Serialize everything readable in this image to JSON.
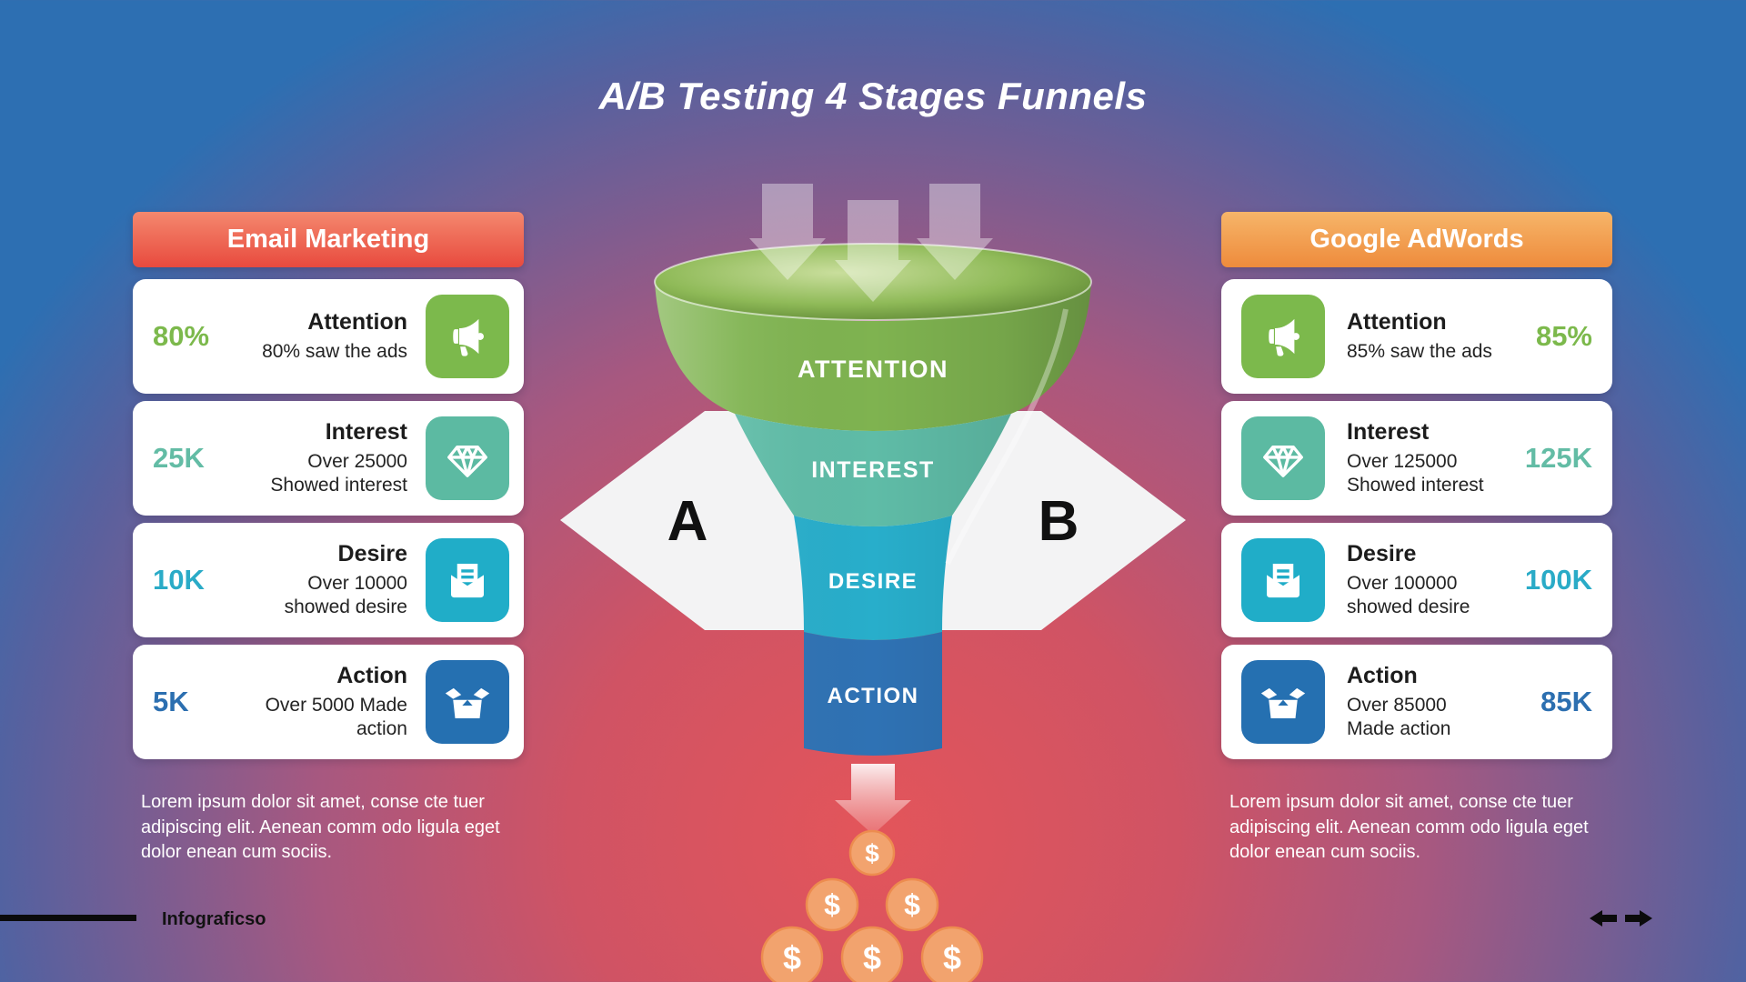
{
  "slide": {
    "title": "A/B Testing 4 Stages Funnels"
  },
  "left_panel": {
    "header": {
      "label": "Email Marketing",
      "color_top": "#F4886E",
      "color_bottom": "#E84A3E"
    },
    "cards": [
      {
        "value": "80%",
        "value_color": "#7CB94C",
        "title": "Attention",
        "desc": "80% saw the ads",
        "icon": "megaphone-icon",
        "icon_color": "#7CB94C"
      },
      {
        "value": "25K",
        "value_color": "#63BCA5",
        "title": "Interest",
        "desc": "Over 25000 Showed interest",
        "icon": "diamond-icon",
        "icon_color": "#5CBAA2"
      },
      {
        "value": "10K",
        "value_color": "#2AABC7",
        "title": "Desire",
        "desc": "Over 10000 showed desire",
        "icon": "open-envelope-icon",
        "icon_color": "#20ADC8"
      },
      {
        "value": "5K",
        "value_color": "#2C6FB0",
        "title": "Action",
        "desc": "Over 5000 Made action",
        "icon": "open-box-icon",
        "icon_color": "#2570B1"
      }
    ],
    "note": "Lorem ipsum dolor sit amet, conse cte tuer adipiscing elit. Aenean comm odo ligula eget dolor enean cum sociis."
  },
  "right_panel": {
    "header": {
      "label": "Google AdWords",
      "color_top": "#F6B569",
      "color_bottom": "#EE8B3C"
    },
    "cards": [
      {
        "value": "85%",
        "value_color": "#7CB94C",
        "title": "Attention",
        "desc": "85% saw the ads",
        "icon": "megaphone-icon",
        "icon_color": "#7CB94C"
      },
      {
        "value": "125K",
        "value_color": "#63BCA5",
        "title": "Interest",
        "desc": "Over 125000 Showed interest",
        "icon": "diamond-icon",
        "icon_color": "#5CBAA2"
      },
      {
        "value": "100K",
        "value_color": "#2AABC7",
        "title": "Desire",
        "desc": "Over 100000 showed desire",
        "icon": "open-envelope-icon",
        "icon_color": "#20ADC8"
      },
      {
        "value": "85K",
        "value_color": "#2C6FB0",
        "title": "Action",
        "desc": "Over 85000 Made action",
        "icon": "open-box-icon",
        "icon_color": "#2570B1"
      }
    ],
    "note": "Lorem ipsum dolor sit amet, conse cte tuer adipiscing elit. Aenean comm odo ligula eget dolor enean cum sociis."
  },
  "funnel": {
    "stages": [
      {
        "label": "ATTENTION",
        "color": "#7FB350"
      },
      {
        "label": "INTEREST",
        "color": "#5FBCA7"
      },
      {
        "label": "DESIRE",
        "color": "#28AECB"
      },
      {
        "label": "ACTION",
        "color": "#2F72B4"
      }
    ],
    "variants": {
      "a": "A",
      "b": "B"
    },
    "inflow_arrows": 3,
    "coins": {
      "symbol": "$",
      "count": 6,
      "color": "#F2A36E",
      "border_color": "#ED8C4F"
    }
  },
  "footer": {
    "brand": "Infograficso"
  },
  "nav": {
    "prev": "arrow-left-icon",
    "next": "arrow-right-icon"
  }
}
